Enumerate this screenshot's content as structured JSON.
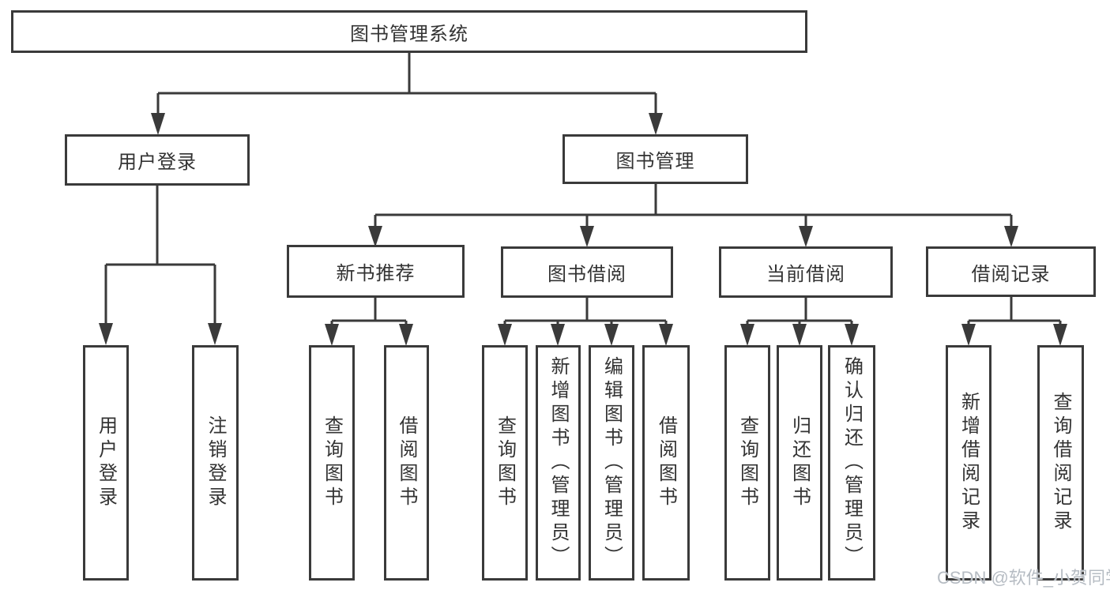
{
  "tree": {
    "label": "图书管理系统",
    "children": [
      {
        "label": "用户登录",
        "children": [
          {
            "label": "用户登录"
          },
          {
            "label": "注销登录"
          }
        ]
      },
      {
        "label": "图书管理",
        "children": [
          {
            "label": "新书推荐",
            "children": [
              {
                "label": "查询图书"
              },
              {
                "label": "借阅图书"
              }
            ]
          },
          {
            "label": "图书借阅",
            "children": [
              {
                "label": "查询图书"
              },
              {
                "label": "新增图书（管理员）"
              },
              {
                "label": "编辑图书（管理员）"
              },
              {
                "label": "借阅图书"
              }
            ]
          },
          {
            "label": "当前借阅",
            "children": [
              {
                "label": "查询图书"
              },
              {
                "label": "归还图书"
              },
              {
                "label": "确认归还（管理员）"
              }
            ]
          },
          {
            "label": "借阅记录",
            "children": [
              {
                "label": "新增借阅记录"
              },
              {
                "label": "查询借阅记录"
              }
            ]
          }
        ]
      }
    ]
  },
  "watermark": {
    "text": "CSDN @软件_小贺同学"
  },
  "colors": {
    "line": "#3a3a3a",
    "text": "#333333",
    "bg": "#ffffff",
    "watermark": "#b6bcc3"
  }
}
